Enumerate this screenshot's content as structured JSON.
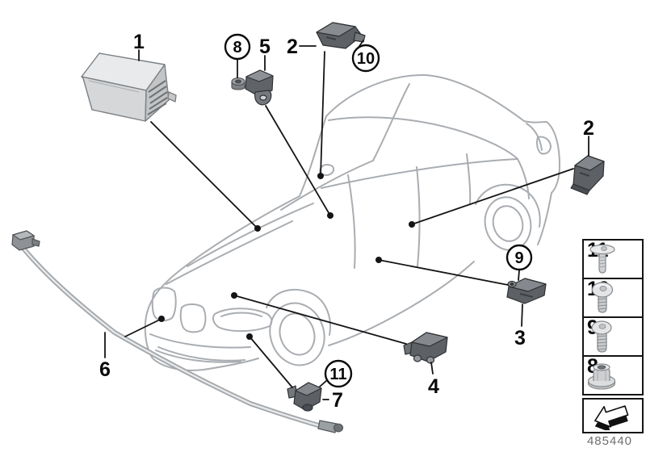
{
  "colors": {
    "car_outline": "#a9adb1",
    "leader_line": "#141414",
    "part_dark": "#5d6165",
    "part_light": "#e6e8ea",
    "table_border": "#151515",
    "part_number_text": "#6e6e6e"
  },
  "callouts": {
    "plain": [
      {
        "label": "1"
      },
      {
        "label": "5"
      },
      {
        "label": "2"
      },
      {
        "label": "2"
      },
      {
        "label": "3"
      },
      {
        "label": "4"
      },
      {
        "label": "6"
      },
      {
        "label": "7"
      }
    ],
    "circled": [
      {
        "label": "8"
      },
      {
        "label": "10"
      },
      {
        "label": "9"
      },
      {
        "label": "11"
      }
    ]
  },
  "legend": {
    "rows": [
      {
        "label": "11",
        "icon": "flat-head-screw-icon"
      },
      {
        "label": "10",
        "icon": "pan-head-screw-icon"
      },
      {
        "label": "9",
        "icon": "button-head-screw-icon"
      },
      {
        "label": "8",
        "icon": "flange-nut-icon"
      },
      {
        "label": "",
        "icon": "direction-arrow-icon"
      }
    ]
  },
  "footer": {
    "part_number": "485440"
  }
}
